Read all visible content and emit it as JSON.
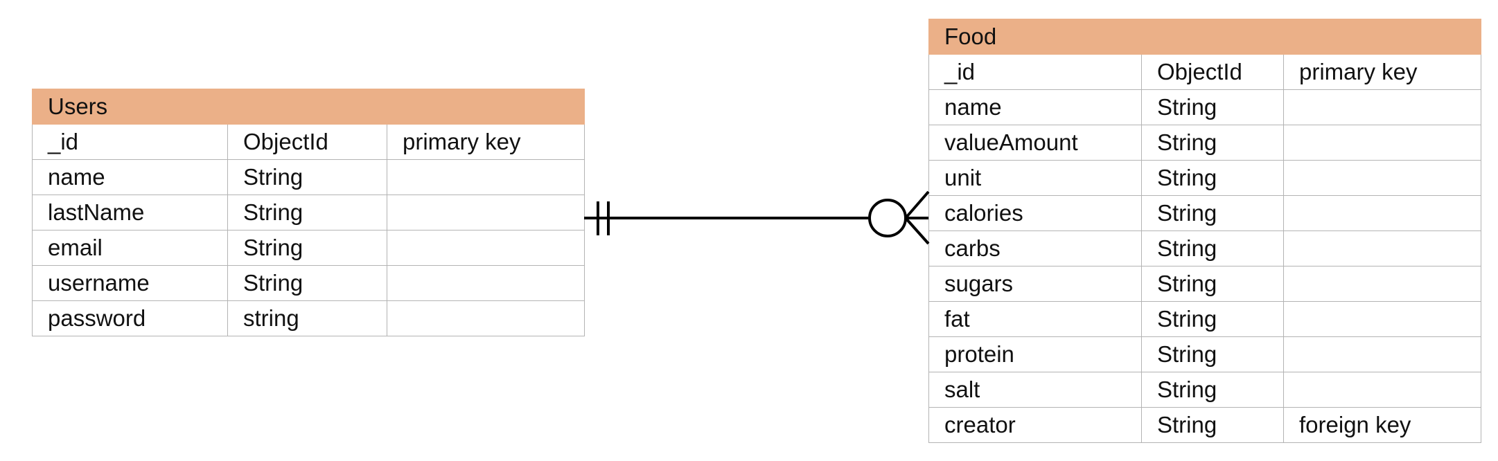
{
  "users": {
    "title": "Users",
    "rows": [
      [
        "_id",
        "ObjectId",
        "primary key"
      ],
      [
        "name",
        "String",
        ""
      ],
      [
        "lastName",
        "String",
        ""
      ],
      [
        "email",
        "String",
        ""
      ],
      [
        "username",
        "String",
        ""
      ],
      [
        "password",
        "string",
        ""
      ]
    ]
  },
  "food": {
    "title": "Food",
    "rows": [
      [
        "_id",
        "ObjectId",
        "primary key"
      ],
      [
        "name",
        "String",
        ""
      ],
      [
        "valueAmount",
        "String",
        ""
      ],
      [
        "unit",
        "String",
        ""
      ],
      [
        "calories",
        "String",
        ""
      ],
      [
        "carbs",
        "String",
        ""
      ],
      [
        "sugars",
        "String",
        ""
      ],
      [
        "fat",
        "String",
        ""
      ],
      [
        "protein",
        "String",
        ""
      ],
      [
        "salt",
        "String",
        ""
      ],
      [
        "creator",
        "String",
        "foreign key"
      ]
    ]
  },
  "relationship": {
    "from_end": "exactly-one",
    "to_end": "zero-or-many"
  },
  "colors": {
    "header_fill": "#ebb088",
    "grid_line": "#b3b3b3",
    "connector": "#000000"
  }
}
